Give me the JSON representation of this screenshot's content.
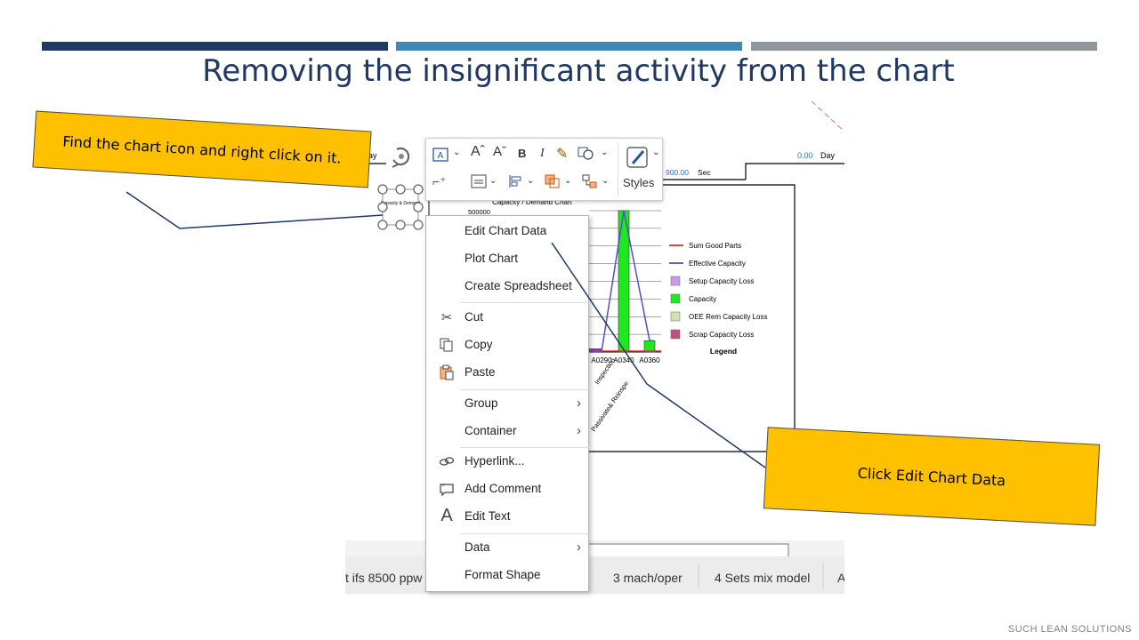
{
  "slide": {
    "title": "Removing the insignificant activity from the chart",
    "callout_1": "Find the chart icon and right click on it.",
    "callout_2": "Click Edit Chart Data",
    "footer_logo": "SUCH LEAN SOLUTIONS"
  },
  "canvas": {
    "day_label_left": "ay",
    "day_value": "0.00",
    "day_label_right": "Day",
    "sec_value": "900.00",
    "sec_label": "Sec",
    "shape_label": "Capacity & Demand",
    "status_left": "t ifs 8500 ppw",
    "status_mid": "3 mach/oper",
    "status_right": "4 Sets mix model",
    "status_cut": "A"
  },
  "ribbon": {
    "styles_label": "Styles"
  },
  "context_menu": {
    "items": [
      {
        "label": "Edit Chart Data"
      },
      {
        "label": "Plot Chart"
      },
      {
        "label": "Create Spreadsheet"
      },
      {
        "label": "Cut"
      },
      {
        "label": "Copy"
      },
      {
        "label": "Paste"
      },
      {
        "label": "Group"
      },
      {
        "label": "Container"
      },
      {
        "label": "Hyperlink..."
      },
      {
        "label": "Add Comment"
      },
      {
        "label": "Edit Text"
      },
      {
        "label": "Data"
      },
      {
        "label": "Format Shape"
      }
    ]
  },
  "chart_data": {
    "type": "bar",
    "title": "Capacity / Demand Chart",
    "categories": [
      "A0290",
      "A0340",
      "A0360"
    ],
    "series": [
      {
        "name": "Capacity",
        "values": [
          0,
          500000,
          40000
        ]
      },
      {
        "name": "Effective Capacity",
        "values": [
          0,
          500000,
          40000
        ]
      }
    ],
    "ylim": [
      0,
      500000
    ],
    "y_tick_top": "500000",
    "category_rotated_labels": [
      "Inspection",
      "Passivate& Reinspe"
    ],
    "legend_title": "Legend",
    "legend": [
      "Sum Good Parts",
      "Effective Capacity",
      "Setup Capacity Loss",
      "Capacity",
      "OEE Rem Capacity Loss",
      "Scrap Capacity Loss"
    ],
    "colors": {
      "Sum Good Parts": "#e03030",
      "Effective Capacity": "#5050c8",
      "Setup Capacity Loss": "#c89ae8",
      "Capacity": "#1ee81e",
      "OEE Rem Capacity Loss": "#d4e0b0",
      "Scrap Capacity Loss": "#c05080"
    }
  }
}
